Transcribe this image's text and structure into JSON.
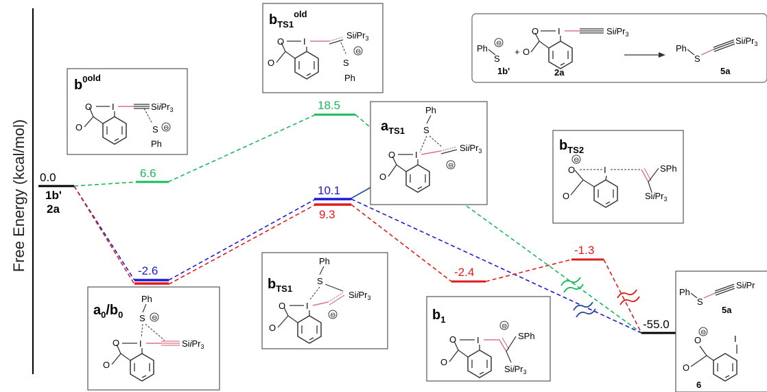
{
  "axis": {
    "ylabel": "Free Energy (kcal/mol)"
  },
  "colors": {
    "green": "#1ab85a",
    "blue": "#1a1ad6",
    "red": "#e01a1a",
    "black": "#000000",
    "bond_pink": "#d9738a",
    "box_border": "#555555",
    "break_green": "#1ab85a",
    "break_blue": "#2a4a9a",
    "break_red": "#e01a1a"
  },
  "levels": {
    "start": {
      "value": "0.0",
      "species_1": "1b'",
      "species_2": "2a"
    },
    "a0b0": {
      "value": "-2.6"
    },
    "b0old": {
      "value": "6.6"
    },
    "ts1old": {
      "value": "18.5"
    },
    "ats1": {
      "value": "10.1"
    },
    "bts1": {
      "value": "9.3"
    },
    "b1": {
      "value": "-2.4"
    },
    "bts2": {
      "value": "-1.3"
    },
    "product": {
      "value": "-55.0"
    }
  },
  "structures": {
    "b0old": {
      "label_main": "b",
      "label_sub": "0",
      "label_sup": "old",
      "sub": "Si",
      "sub_i": "i",
      "sub_rest": "Pr",
      "sub3": "3",
      "thiolate": "S",
      "phenyl": "Ph"
    },
    "bts1old": {
      "label_main": "b",
      "label_sub": "TS1",
      "label_sup": "old",
      "sub": "Si",
      "sub_i": "i",
      "sub_rest": "Pr",
      "sub3": "3",
      "thiolate": "S",
      "phenyl": "Ph"
    },
    "ats1": {
      "label_main": "a",
      "label_sub": "TS1",
      "sub": "Si",
      "sub_i": "i",
      "sub_rest": "Pr",
      "sub3": "3",
      "thiolate": "S",
      "phenyl": "Ph"
    },
    "bts2": {
      "label_main": "b",
      "label_sub": "TS2",
      "sub": "Si",
      "sub_i": "i",
      "sub_rest": "Pr",
      "sub3": "3",
      "sph": "SPh"
    },
    "a0b0": {
      "label_main": "a",
      "label_sub": "0",
      "label_sep": "/",
      "label_main2": "b",
      "label_sub2": "0",
      "sub": "Si",
      "sub_i": "i",
      "sub_rest": "Pr",
      "sub3": "3",
      "thiolate": "S",
      "phenyl": "Ph"
    },
    "bts1": {
      "label_main": "b",
      "label_sub": "TS1",
      "sub": "Si",
      "sub_i": "i",
      "sub_rest": "Pr",
      "sub3": "3",
      "thiolate": "S",
      "phenyl": "Ph"
    },
    "b1": {
      "label_main": "b",
      "label_sub": "1",
      "sub": "Si",
      "sub_i": "i",
      "sub_rest": "Pr",
      "sub3": "3",
      "sph": "SPh"
    },
    "product": {
      "label_5a": "5a",
      "label_6": "6",
      "sub": "Si",
      "sub_i": "i",
      "sub_rest": "Pr",
      "thiolate": "S",
      "phenyl": "Ph"
    }
  },
  "reaction": {
    "phs": "Ph",
    "thiolate": "S",
    "plus": "+",
    "label_1b": "1b'",
    "label_2a": "2a",
    "label_5a": "5a",
    "sub": "Si",
    "sub_i": "i",
    "sub_rest": "Pr",
    "sub3": "3"
  },
  "atoms": {
    "iodine": "I",
    "oxygen": "O"
  }
}
